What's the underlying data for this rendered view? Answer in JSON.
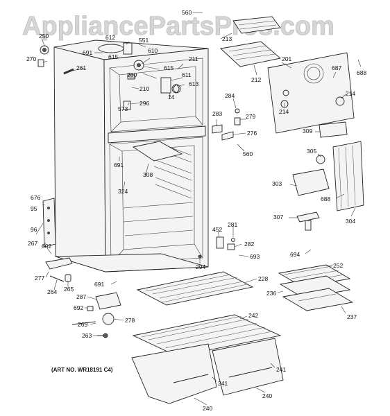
{
  "watermark": "AppliancePartsPros.com",
  "art_number": "(ART NO. WR18191 C4)",
  "labels": {
    "l560a": "560",
    "l213": "213",
    "l250": "250",
    "l612": "612",
    "l551": "551",
    "l691a": "691",
    "l615a": "615",
    "l610": "610",
    "l270": "270",
    "l261": "261",
    "l211": "211",
    "l280": "280",
    "l615b": "615",
    "l611": "611",
    "l613": "613",
    "l210": "210",
    "l14": "14",
    "l296": "296",
    "l573": "573",
    "l212": "212",
    "l201": "201",
    "l687": "687",
    "l688a": "688",
    "l214a": "214",
    "l214b": "214",
    "l284": "284",
    "l283": "283",
    "l279": "279",
    "l276": "276",
    "l560b": "560",
    "l309": "309",
    "l691b": "691",
    "l308": "308",
    "l324": "324",
    "l305": "305",
    "l303": "303",
    "l688b": "688",
    "l676": "676",
    "l95": "95",
    "l96": "96",
    "l267": "267",
    "l602": "602",
    "l307": "307",
    "l304": "304",
    "l452": "452",
    "l281": "281",
    "l282": "282",
    "l693": "693",
    "l294": "294",
    "l694": "694",
    "l252": "252",
    "l277": "277",
    "l264": "264",
    "l265": "265",
    "l691c": "691",
    "l228": "228",
    "l236": "236",
    "l237": "237",
    "l287": "287",
    "l692": "692",
    "l269": "269",
    "l278": "278",
    "l263": "263",
    "l242": "242",
    "l241a": "241",
    "l241b": "241",
    "l240a": "240",
    "l240b": "240"
  }
}
